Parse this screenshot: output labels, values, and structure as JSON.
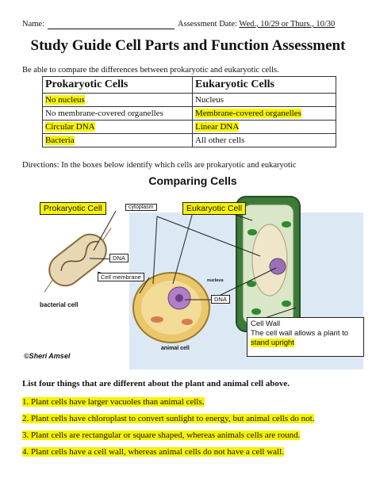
{
  "header": {
    "name_label": "Name:",
    "date_label": "Assessment Date: ",
    "date_value": "Wed., 10/29 or Thurs., 10/30"
  },
  "title": "Study Guide Cell Parts and Function Assessment",
  "intro": "Be able to compare the differences between prokaryotic and eukaryotic cells.",
  "table": {
    "headers": [
      "Prokaryotic Cells",
      "Eukaryotic Cells"
    ],
    "rows": [
      [
        "No nucleus",
        "Nucleus"
      ],
      [
        "No membrane-covered organelles",
        "Membrane-covered organelles"
      ],
      [
        "Circular DNA",
        "Linear DNA"
      ],
      [
        "Bacteria",
        "All other cells"
      ]
    ]
  },
  "directions": "Directions:  In the boxes below identify which cells are prokaryotic and eukaryotic",
  "diagram": {
    "title": "Comparing Cells",
    "box_prokaryotic": "Prokaryotic Cell",
    "box_eukaryotic": "Eukaryotic Cell",
    "box_cytoplasm": "cytoplasm",
    "box_dna1": "DNA",
    "box_membrane": "Cell membrane",
    "box_dna2": "DNA",
    "label_nucleus": "nucleus",
    "label_bacterial": "bacterial cell",
    "label_animal": "animal cell",
    "credit": "©Sheri Amsel",
    "cellwall_title": "Cell Wall",
    "cellwall_text1": "The cell wall allows a plant to",
    "cellwall_text2": "stand upright"
  },
  "question": "List four things that are different about the plant and animal cell above.",
  "answers": [
    "1.  Plant cells have larger vacuoles than animal cells.",
    "2.  Plant cells have chloroplast to convert sunlight to energy, but animal cells do not.",
    "3.  Plant cells are rectangular or square shaped, whereas animals cells are round.",
    "4.  Plant cells have a cell wall, whereas animal cells do not have a cell wall."
  ]
}
